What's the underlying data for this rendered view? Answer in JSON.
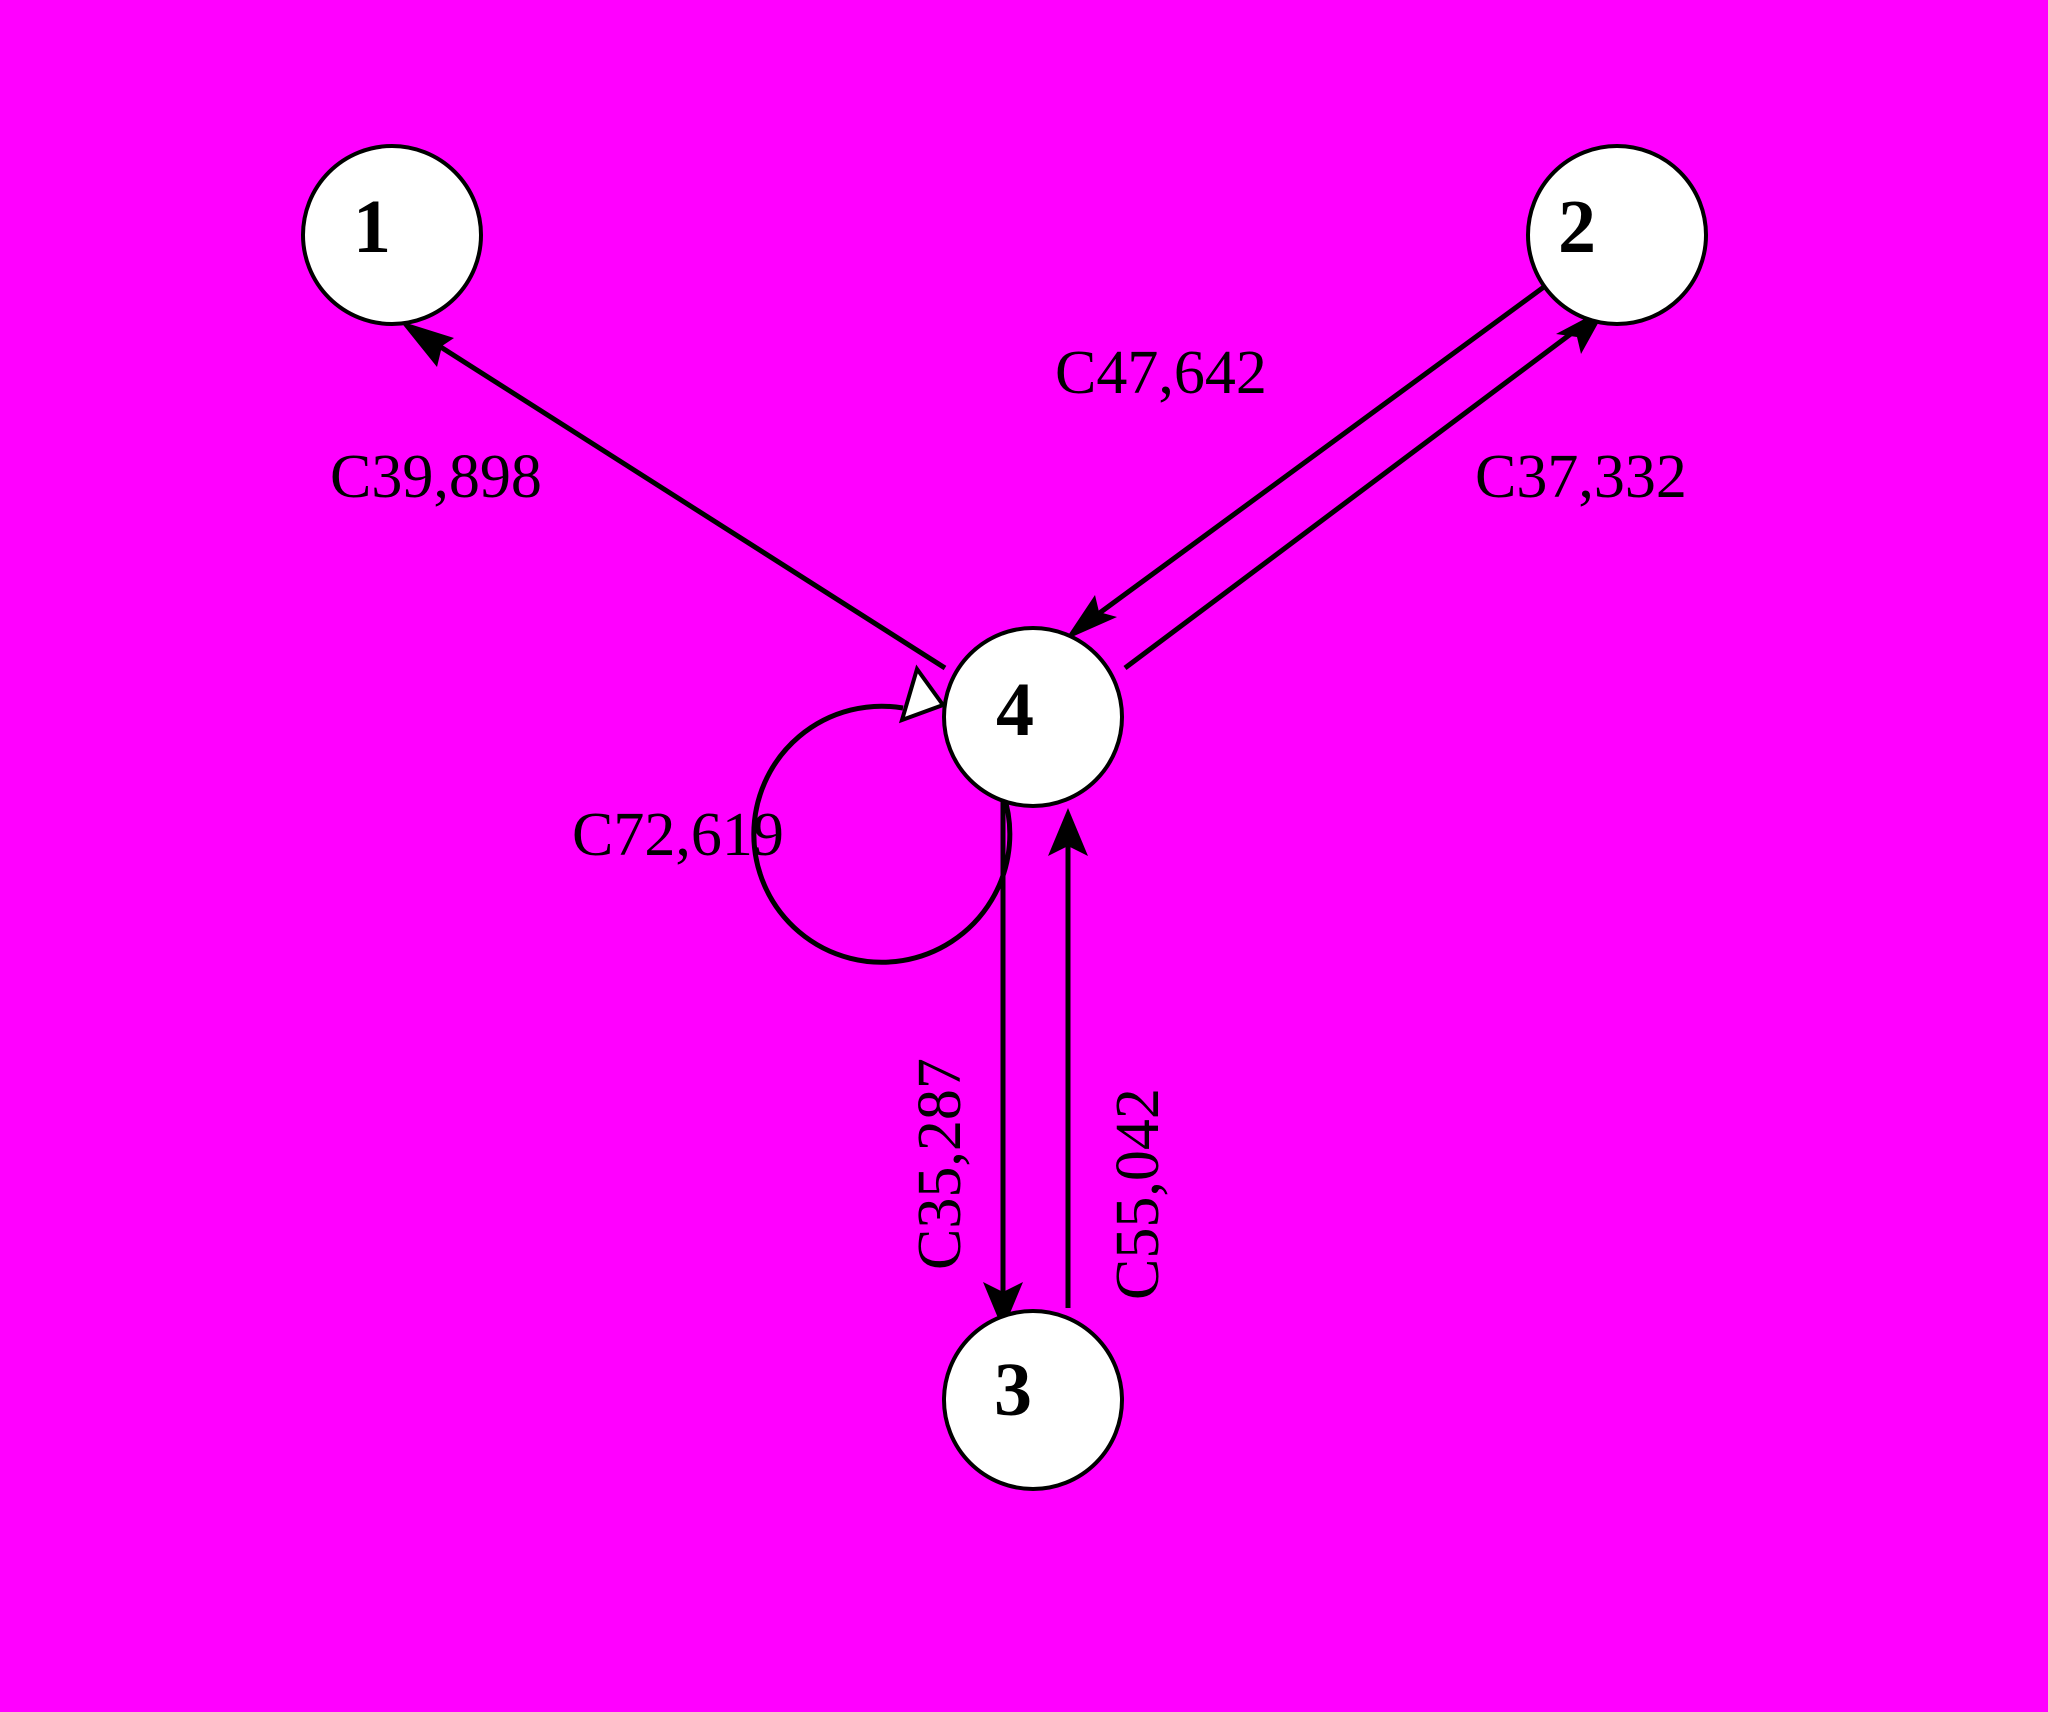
{
  "colors": {
    "background": "#ff00ff",
    "node_fill": "#ffffff",
    "stroke": "#000000"
  },
  "nodes": [
    {
      "id": "1",
      "label": "1"
    },
    {
      "id": "2",
      "label": "2"
    },
    {
      "id": "3",
      "label": "3"
    },
    {
      "id": "4",
      "label": "4"
    }
  ],
  "edges": [
    {
      "from": "4",
      "to": "1",
      "label": "C39,898"
    },
    {
      "from": "2",
      "to": "4",
      "label": "C47,642"
    },
    {
      "from": "4",
      "to": "2",
      "label": "C37,332"
    },
    {
      "from": "4",
      "to": "4",
      "label": "C72,619"
    },
    {
      "from": "4",
      "to": "3",
      "label": "C35,287"
    },
    {
      "from": "3",
      "to": "4",
      "label": "C55,042"
    }
  ]
}
